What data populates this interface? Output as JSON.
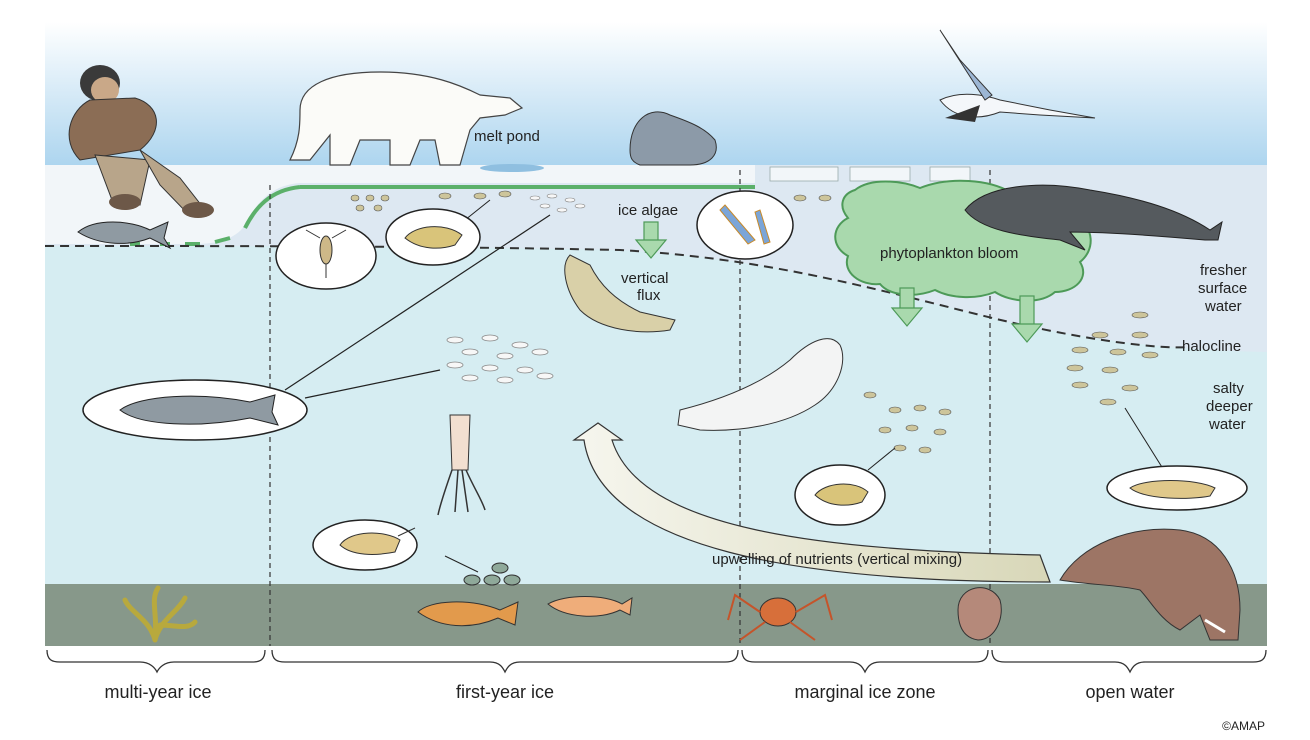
{
  "labels": {
    "melt_pond": "melt pond",
    "ice_algae": "ice algae",
    "vertical_flux_1": "vertical",
    "vertical_flux_2": "flux",
    "phytoplankton": "phytoplankton bloom",
    "fresher_1": "fresher",
    "fresher_2": "surface",
    "fresher_3": "water",
    "halocline": "halocline",
    "salty_1": "salty",
    "salty_2": "deeper",
    "salty_3": "water",
    "upwelling": "upwelling of nutrients (vertical mixing)"
  },
  "zones": [
    "multi-year ice",
    "first-year ice",
    "marginal ice zone",
    "open water"
  ],
  "copyright": "©AMAP",
  "colors": {
    "sky": "#b9d9ee",
    "ice": "#f2f6f9",
    "surface_water": "#dce9f2",
    "deep_water": "#d6edf2",
    "seafloor": "#87988a",
    "algae": "#5bb06a",
    "bloom": "#a9d9ad"
  }
}
